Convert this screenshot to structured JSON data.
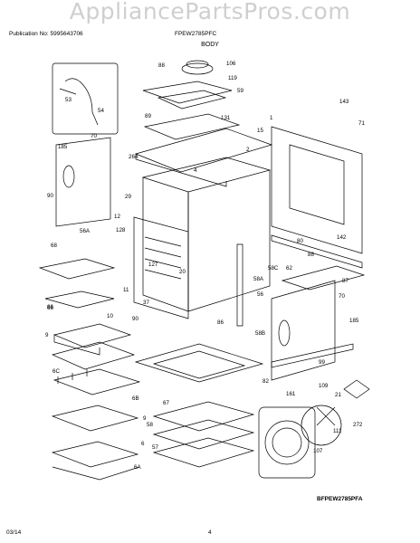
{
  "watermark": "AppliancePartsPros.com",
  "header": {
    "publication": "Publication No: 5995643706",
    "model": "FPEW2785PFC",
    "section": "BODY"
  },
  "callouts": [
    "88",
    "106",
    "119",
    "59",
    "53",
    "54",
    "143",
    "71",
    "131",
    "89",
    "1",
    "185",
    "70",
    "15",
    "2",
    "264",
    "4",
    "90",
    "29",
    "12",
    "56A",
    "128",
    "127",
    "20",
    "142",
    "80",
    "68",
    "88",
    "62",
    "58C",
    "58A",
    "87",
    "11",
    "86",
    "56",
    "37",
    "86",
    "70",
    "185",
    "66",
    "10",
    "90",
    "58B",
    "9",
    "99",
    "6C",
    "82",
    "161",
    "109",
    "21",
    "6B",
    "67",
    "272",
    "9",
    "111",
    "58",
    "6",
    "107",
    "57",
    "6A"
  ],
  "diagram_code": "BFPEW2785PFA",
  "footer": {
    "date": "03/14",
    "page": "4"
  }
}
